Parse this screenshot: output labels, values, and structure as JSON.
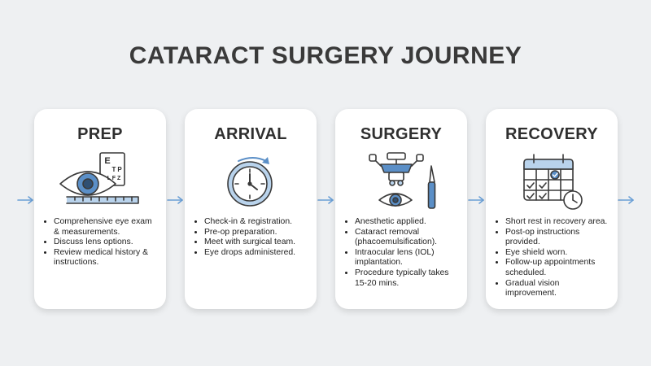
{
  "title": "CATARACT SURGERY JOURNEY",
  "stages": [
    {
      "heading": "PREP",
      "icon": "eye-exam-chart-icon",
      "items": [
        "Comprehensive eye exam & measurements.",
        "Discuss lens options.",
        "Review medical history & instructions."
      ],
      "chart_letters": [
        "E",
        "T",
        "P",
        "L F Z"
      ]
    },
    {
      "heading": "ARRIVAL",
      "icon": "clock-icon",
      "items": [
        "Check-in & registration.",
        "Pre-op preparation.",
        "Meet with surgical team.",
        "Eye drops administered."
      ]
    },
    {
      "heading": "SURGERY",
      "icon": "microscope-scalpel-icon",
      "items": [
        "Anesthetic applied.",
        "Cataract removal (phacoemulsification).",
        "Intraocular lens (IOL) implantation.",
        "Procedure typically takes 15-20 mins."
      ]
    },
    {
      "heading": "RECOVERY",
      "icon": "calendar-clock-icon",
      "items": [
        "Short rest in recovery area.",
        "Post-op instructions provided.",
        "Eye shield worn.",
        "Follow-up appointments scheduled.",
        "Gradual vision improvement."
      ]
    }
  ],
  "colors": {
    "accent": "#5b8fc7",
    "light_blue": "#b9d3ec",
    "arrow": "#6a9fd6",
    "outline": "#3a3a3a"
  }
}
